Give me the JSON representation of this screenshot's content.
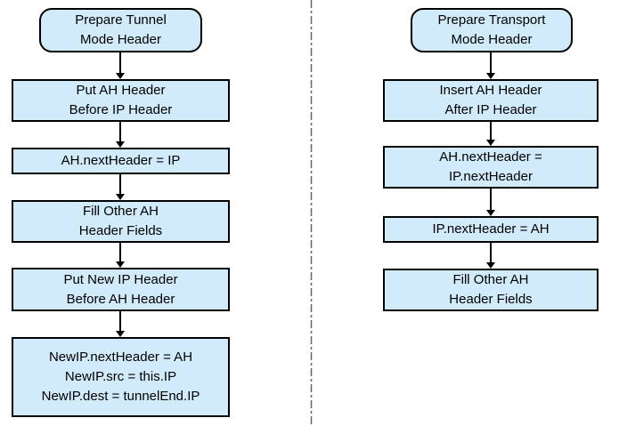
{
  "diagram": {
    "title": "AH header preparation flowcharts",
    "colors": {
      "node_fill": "#d2ebfa",
      "node_border": "#000000",
      "arrow": "#000000",
      "divider": "#666666",
      "background": "#ffffff"
    },
    "flows": [
      {
        "name": "tunnel-mode",
        "start": "Prepare Tunnel\nMode Header",
        "steps": [
          "Put AH Header\nBefore IP Header",
          "AH.nextHeader = IP",
          "Fill Other AH\nHeader Fields",
          "Put New IP Header\nBefore AH Header",
          "NewIP.nextHeader = AH\nNewIP.src = this.IP\nNewIP.dest = tunnelEnd.IP"
        ]
      },
      {
        "name": "transport-mode",
        "start": "Prepare Transport\nMode Header",
        "steps": [
          "Insert AH Header\nAfter IP Header",
          "AH.nextHeader =\nIP.nextHeader",
          "IP.nextHeader = AH",
          "Fill Other AH\nHeader Fields"
        ]
      }
    ]
  }
}
